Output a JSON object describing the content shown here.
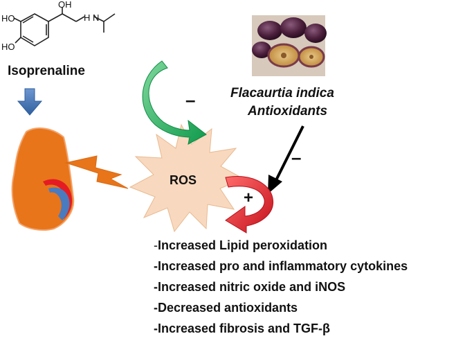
{
  "molecule": {
    "atoms": {
      "ho_top": "HO",
      "ho_bottom": "HO",
      "oh": "OH",
      "nh": "H N"
    },
    "name": "Isoprenaline"
  },
  "ros_label": "ROS",
  "plant": {
    "line1": "Flacaurtia indica",
    "line2": "Antioxidants"
  },
  "signs": {
    "green_arrow": "–",
    "black_arrow": "–",
    "red_arrow": "+"
  },
  "effects": [
    "-Increased Lipid peroxidation",
    "-Increased pro and inflammatory cytokines",
    "-Increased nitric oxide and iNOS",
    "-Decreased antioxidants",
    "-Increased fibrosis and TGF-β"
  ],
  "colors": {
    "heart": "#e8751a",
    "ros_burst": "#f8d9bf",
    "green_arrow": "#19a65a",
    "red_arrow": "#e51b24",
    "blue_arrow": "#4a7bbf",
    "lightning": "#e8751a"
  },
  "icons": [
    "heart-icon",
    "fruit-photo",
    "lightning-icon"
  ]
}
